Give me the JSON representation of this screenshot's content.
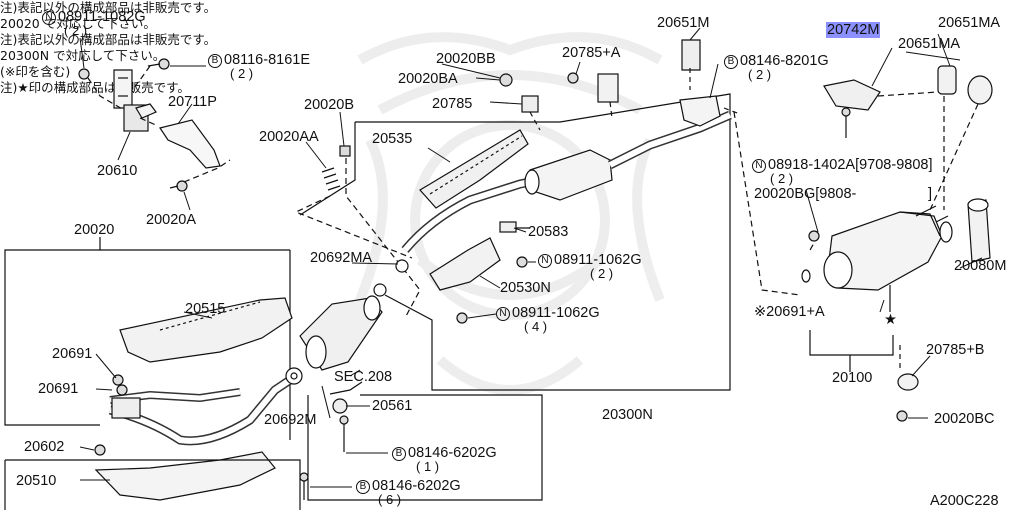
{
  "watermark": "seal-emblem",
  "parts": {
    "p08911_1082G": {
      "prefix": "N",
      "number": "08911-1082G",
      "qty": "( 2 )"
    },
    "p08116_8161E": {
      "prefix": "B",
      "number": "08116-8161E",
      "qty": "( 2 )"
    },
    "p20711P": "20711P",
    "p20610": "20610",
    "p20020A": "20020A",
    "p20020B": "20020B",
    "p20020AA": "20020AA",
    "p20020": "20020",
    "p20020BB": "20020BB",
    "p20020BA": "20020BA",
    "p20785": "20785",
    "p20785A": "20785+A",
    "p20651M": "20651M",
    "p20742M": "20742M",
    "p20651MA_top": "20651MA",
    "p20651MA_2": "20651MA",
    "p08146_8201G": {
      "prefix": "B",
      "number": "08146-8201G",
      "qty": "( 2 )"
    },
    "p08918_1402A": {
      "prefix": "N",
      "number": "08918-1402A[9708-9808]",
      "qty": "( 2 )"
    },
    "p20020BG": "20020BG[9808-",
    "p20020BG_close": "]",
    "p20080M": "20080M",
    "p20535": "20535",
    "p20583": "20583",
    "p08911_1062G_a": {
      "prefix": "N",
      "number": "08911-1062G",
      "qty": "( 2 )"
    },
    "p20530N": "20530N",
    "p08911_1062G_b": {
      "prefix": "N",
      "number": "08911-1062G",
      "qty": "( 4 )"
    },
    "p20692MA": "20692MA",
    "p20515": "20515",
    "p20691_a": "20691",
    "p20691_b": "20691",
    "p20602": "20602",
    "p20510": "20510",
    "pSEC208": "SEC.208",
    "p20692M": "20692M",
    "p20561": "20561",
    "p08146_6202G_a": {
      "prefix": "B",
      "number": "08146-6202G",
      "qty": "( 1 )"
    },
    "p08146_6202G_b": {
      "prefix": "B",
      "number": "08146-6202G",
      "qty": "( 6 )"
    },
    "p20300N": "20300N",
    "p20300N_sub": "(※印を含む)",
    "p20691A": "※20691+A",
    "p20100": "20100",
    "p20785B": "20785+B",
    "p20020BC": "20020BC"
  },
  "notes": {
    "note_20020_l1": "注)表記以外の構成部品は非販売です。",
    "note_20020_l2": "20020 で対応して下さい。",
    "note_20300N_l1": "注)表記以外の構成部品は非販売です。",
    "note_20300N_l2": "20300N で対応して下さい。",
    "note_star": "注)★印の構成部品は非販売です。",
    "star_mark": "★"
  },
  "figure_id": "A200C228",
  "highlight_color": "#8c91ff"
}
